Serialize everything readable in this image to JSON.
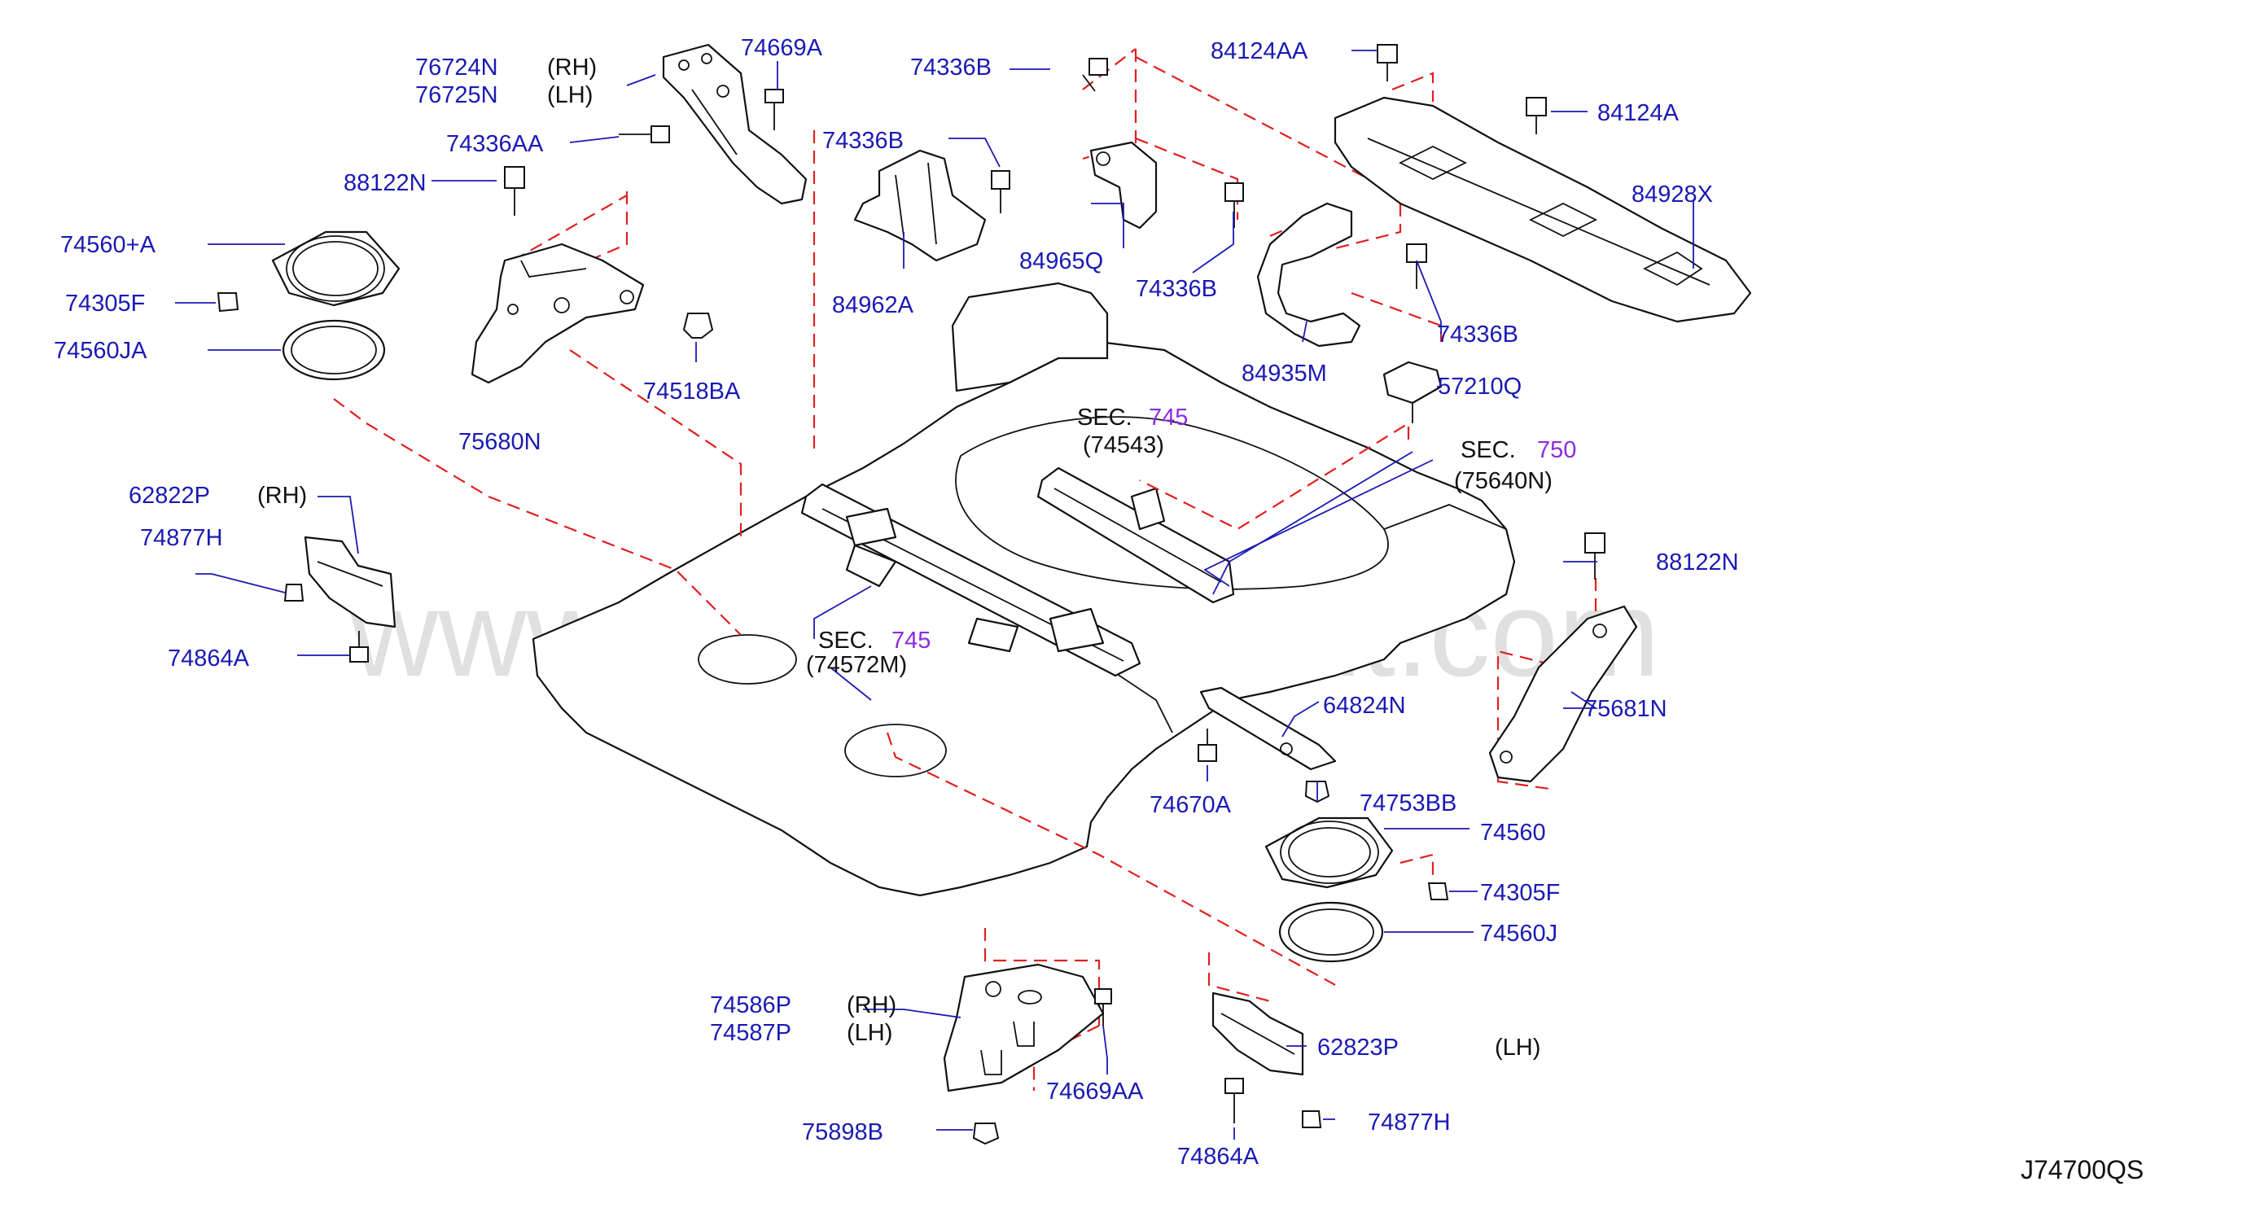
{
  "diagram_code": "J74700QS",
  "watermark": "www.partsassistant.com",
  "labels": {
    "p76724N": "76724N",
    "p76725N": "76725N",
    "rh1": "(RH)",
    "lh1": "(LH)",
    "p74669A": "74669A",
    "p74336B_1": "74336B",
    "p84124AA": "84124AA",
    "p84124A": "84124A",
    "p74336AA": "74336AA",
    "p74336B_2": "74336B",
    "p88122N_1": "88122N",
    "p84928X": "84928X",
    "p74560A": "74560+A",
    "p84965Q": "84965Q",
    "p74305F_1": "74305F",
    "p74336B_3": "74336B",
    "p84962A": "84962A",
    "p74560JA": "74560JA",
    "p74336B_4": "74336B",
    "p74518BA": "74518BA",
    "p84935M": "84935M",
    "p57210Q": "57210Q",
    "p75680N": "75680N",
    "sec1": "SEC.",
    "sec1_num": "745",
    "sec1_ref": "(74543)",
    "sec2": "SEC.",
    "sec2_num": "750",
    "sec2_ref": "(75640N)",
    "p62822P": "62822P",
    "rh2": "(RH)",
    "p74877H_1": "74877H",
    "p88122N_2": "88122N",
    "sec3": "SEC.",
    "sec3_num": "745",
    "sec3_ref": "(74572M)",
    "p74864A_1": "74864A",
    "p75681N": "75681N",
    "p64824N": "64824N",
    "p74670A": "74670A",
    "p74753BB": "74753BB",
    "p74560": "74560",
    "p74305F_2": "74305F",
    "p74560J": "74560J",
    "p74586P": "74586P",
    "rh3": "(RH)",
    "p74587P": "74587P",
    "lh3": "(LH)",
    "p62823P": "62823P",
    "lh4": "(LH)",
    "p74669AA": "74669AA",
    "p75898B": "75898B",
    "p74877H_2": "74877H",
    "p74864A_2": "74864A"
  }
}
